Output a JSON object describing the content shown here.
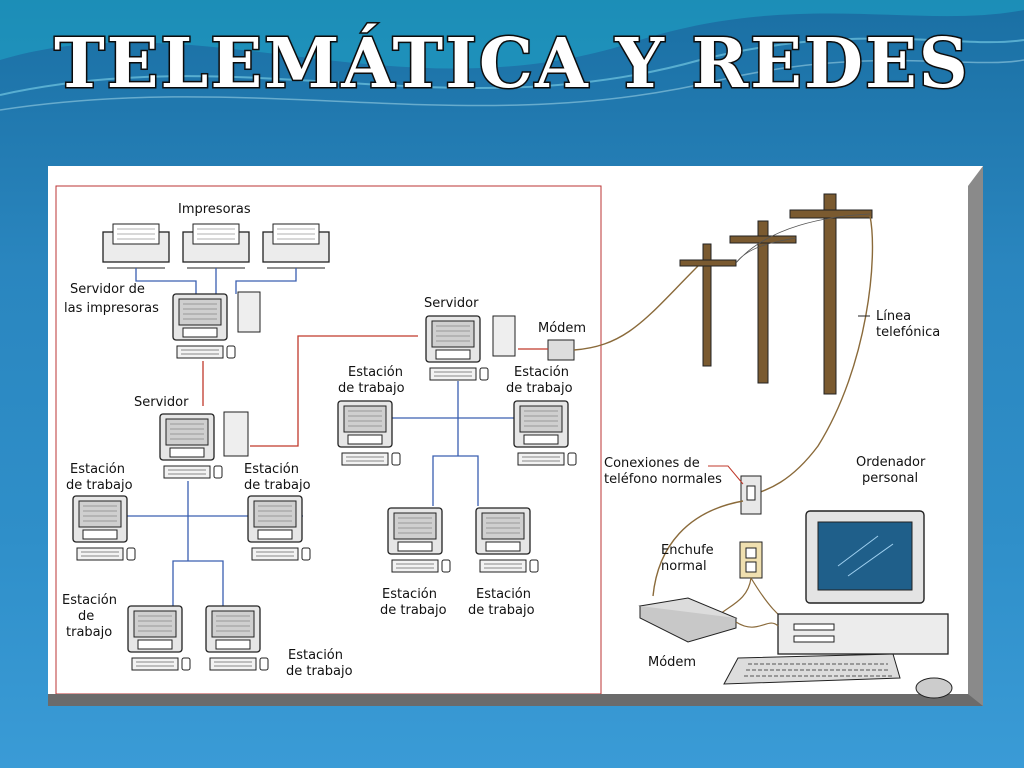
{
  "slide": {
    "title": "TELEMÁTICA Y REDES"
  },
  "diagram": {
    "labels": {
      "impresoras": "Impresoras",
      "servidor_impresoras_1": "Servidor de",
      "servidor_impresoras_2": "las impresoras",
      "servidor_left": "Servidor",
      "servidor_center": "Servidor",
      "modem_top": "Módem",
      "modem_bottom": "Módem",
      "estacion": "Estación",
      "de": "de",
      "trabajo": "trabajo",
      "de_trabajo": "de trabajo",
      "linea": "Línea",
      "telefonica": "telefónica",
      "conexiones_1": "Conexiones de",
      "conexiones_2": "teléfono normales",
      "enchufe_1": "Enchufe",
      "enchufe_2": "normal",
      "ordenador_1": "Ordenador",
      "ordenador_2": "personal"
    },
    "colors": {
      "lan_line": "#3a5fb0",
      "wan_line": "#c0392b",
      "phone_line": "#8a6a3a"
    }
  }
}
